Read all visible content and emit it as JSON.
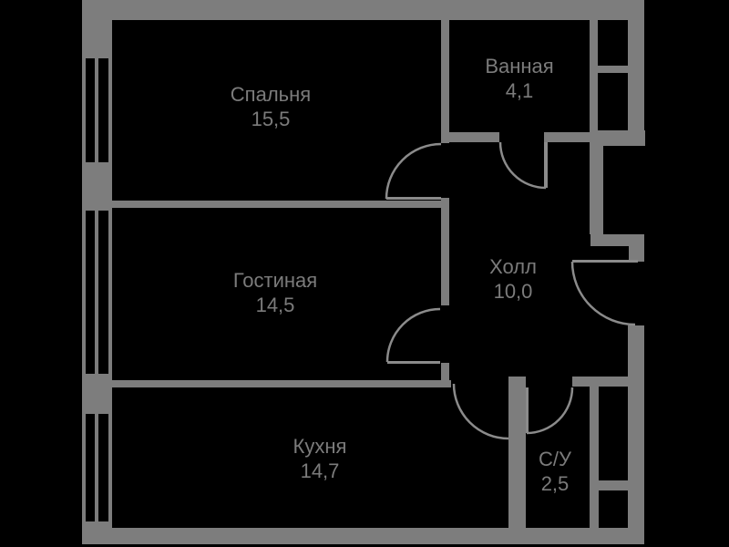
{
  "colors": {
    "background": "#000000",
    "wall": "#7d7d7d",
    "door_line": "#8b8b8b",
    "text": "#7b7b7b"
  },
  "rooms": [
    {
      "id": "bedroom",
      "name": "Спальня",
      "area": "15,5"
    },
    {
      "id": "bathroom",
      "name": "Ванная",
      "area": "4,1"
    },
    {
      "id": "living-room",
      "name": "Гостиная",
      "area": "14,5"
    },
    {
      "id": "hall",
      "name": "Холл",
      "area": "10,0"
    },
    {
      "id": "kitchen",
      "name": "Кухня",
      "area": "14,7"
    },
    {
      "id": "wc",
      "name": "С/У",
      "area": "2,5"
    }
  ]
}
